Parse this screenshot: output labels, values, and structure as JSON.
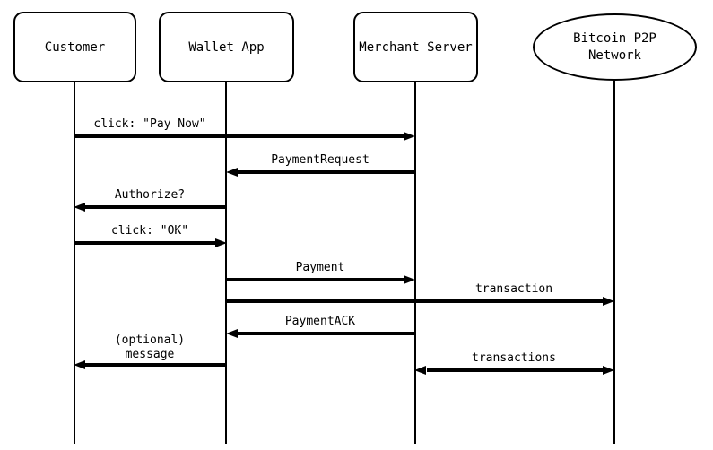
{
  "diagram": {
    "type": "sequence-diagram",
    "colors": {
      "background": "#ffffff",
      "stroke": "#000000",
      "text": "#000000"
    },
    "actors": [
      {
        "id": "customer",
        "label": "Customer",
        "shape": "rounded-rect"
      },
      {
        "id": "wallet-app",
        "label": "Wallet App",
        "shape": "rounded-rect"
      },
      {
        "id": "merchant-server",
        "label": "Merchant Server",
        "shape": "rounded-rect"
      },
      {
        "id": "bitcoin-p2p-network",
        "label": "Bitcoin P2P\nNetwork",
        "shape": "ellipse"
      }
    ],
    "messages": [
      {
        "label": "click: \"Pay Now\"",
        "from": "customer",
        "to": "merchant-server",
        "arrow": "right"
      },
      {
        "label": "PaymentRequest",
        "from": "merchant-server",
        "to": "wallet-app",
        "arrow": "left"
      },
      {
        "label": "Authorize?",
        "from": "wallet-app",
        "to": "customer",
        "arrow": "left"
      },
      {
        "label": "click: \"OK\"",
        "from": "customer",
        "to": "wallet-app",
        "arrow": "right"
      },
      {
        "label": "Payment",
        "from": "wallet-app",
        "to": "merchant-server",
        "arrow": "right"
      },
      {
        "label": "transaction",
        "from": "wallet-app",
        "to": "bitcoin-p2p-network",
        "arrow": "right"
      },
      {
        "label": "PaymentACK",
        "from": "merchant-server",
        "to": "wallet-app",
        "arrow": "left"
      },
      {
        "label": "(optional)\nmessage",
        "from": "wallet-app",
        "to": "customer",
        "arrow": "left"
      },
      {
        "label": "transactions",
        "from": "merchant-server",
        "to": "bitcoin-p2p-network",
        "arrow": "both"
      }
    ]
  }
}
